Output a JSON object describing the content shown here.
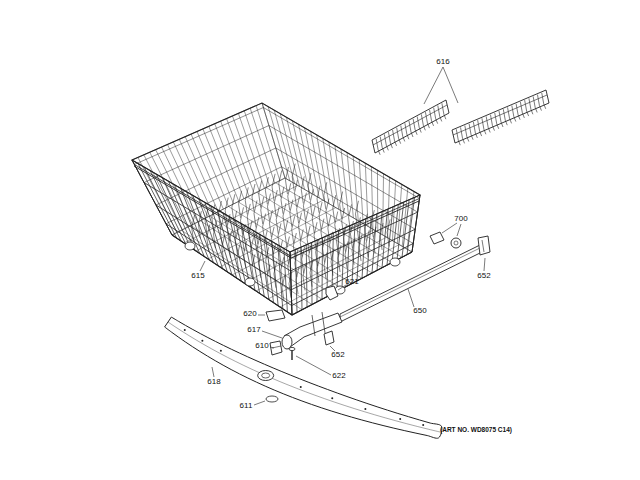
{
  "diagram": {
    "labels": [
      "616",
      "700",
      "652",
      "615",
      "621",
      "650",
      "620",
      "617",
      "610",
      "652",
      "618",
      "622",
      "611",
      "(ART NO. WD8075 C14)"
    ]
  }
}
